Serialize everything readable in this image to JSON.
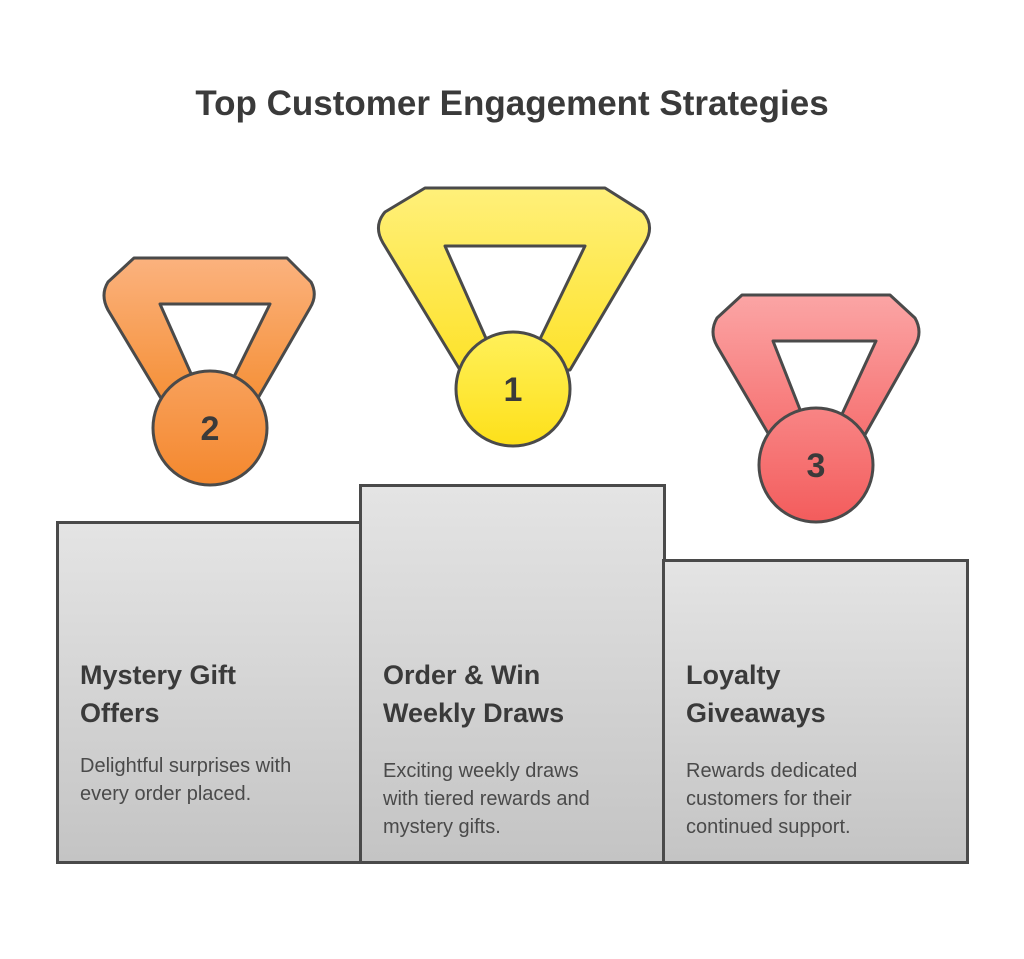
{
  "title": "Top Customer Engagement Strategies",
  "podium": [
    {
      "rank": "1",
      "title_line1": "Order & Win",
      "title_line2": "Weekly Draws",
      "description_line1": "Exciting weekly draws",
      "description_line2": "with tiered rewards and",
      "description_line3": "mystery gifts.",
      "medal_color": "#fde72c"
    },
    {
      "rank": "2",
      "title_line1": "Mystery Gift",
      "title_line2": "Offers",
      "description_line1": "Delightful surprises with",
      "description_line2": "every order placed.",
      "description_line3": "",
      "medal_color": "#f7963f"
    },
    {
      "rank": "3",
      "title_line1": "Loyalty",
      "title_line2": "Giveaways",
      "description_line1": "Rewards dedicated",
      "description_line2": "customers for their",
      "description_line3": "continued support.",
      "medal_color": "#f46b6b"
    }
  ],
  "colors": {
    "podium_fill": "#d3d3d3",
    "outline": "#4a4a4a",
    "text": "#3a3a3a",
    "gold": "#fde72c",
    "silver_orange": "#f7963f",
    "bronze_red": "#f46b6b"
  }
}
